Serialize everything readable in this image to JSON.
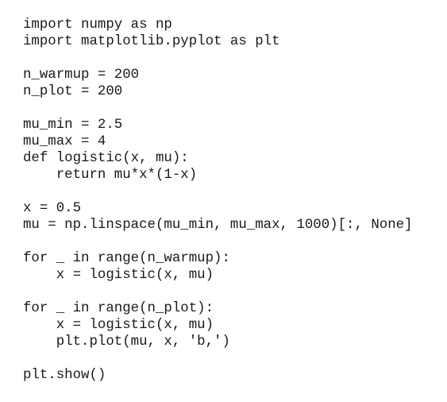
{
  "code": {
    "lines": [
      "import numpy as np",
      "import matplotlib.pyplot as plt",
      "",
      "n_warmup = 200",
      "n_plot = 200",
      "",
      "mu_min = 2.5",
      "mu_max = 4",
      "def logistic(x, mu):",
      "    return mu*x*(1-x)",
      "",
      "x = 0.5",
      "mu = np.linspace(mu_min, mu_max, 1000)[:, None]",
      "",
      "for _ in range(n_warmup):",
      "    x = logistic(x, mu)",
      "",
      "for _ in range(n_plot):",
      "    x = logistic(x, mu)",
      "    plt.plot(mu, x, 'b,')",
      "",
      "plt.show()"
    ]
  }
}
